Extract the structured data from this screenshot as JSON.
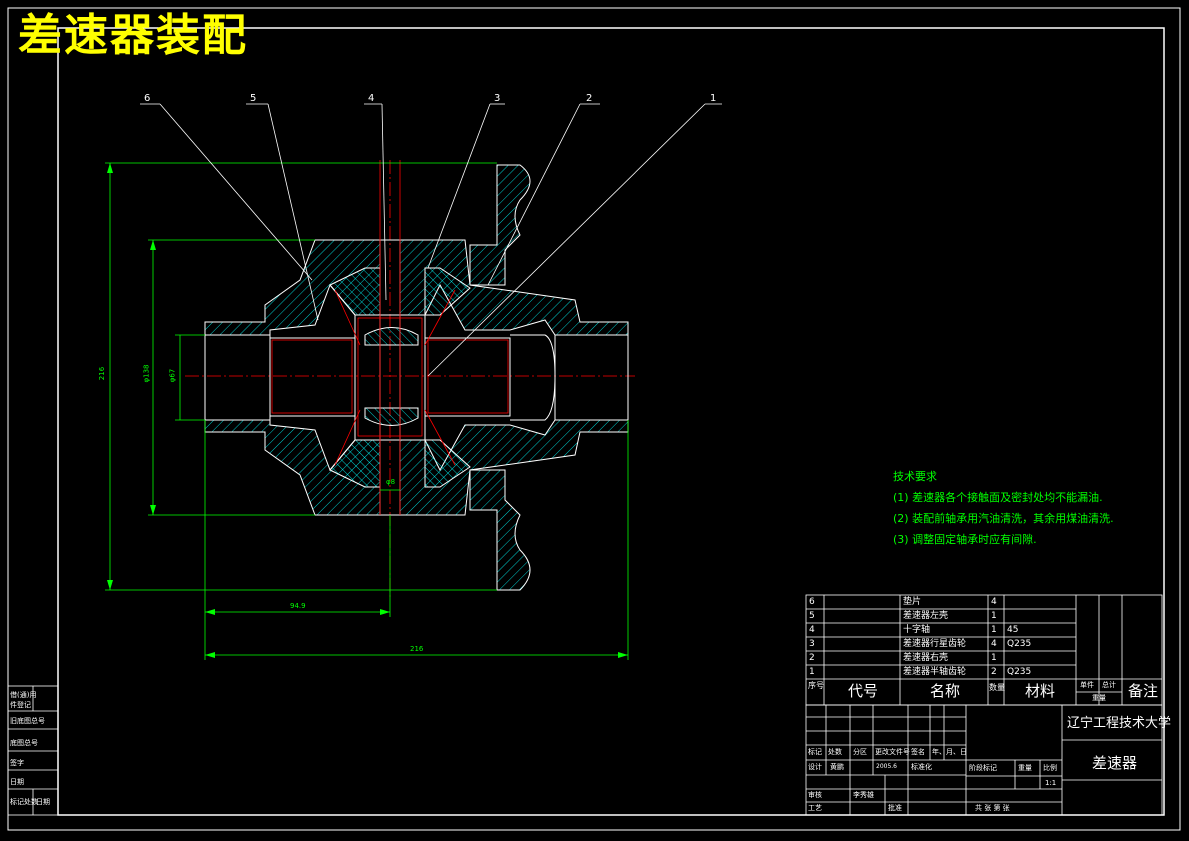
{
  "title": "差速器装配",
  "balloons": [
    "6",
    "5",
    "4",
    "3",
    "2",
    "1"
  ],
  "dimensions": {
    "d_216_v": "216",
    "d_138": "φ138",
    "d_67": "φ67",
    "d_8": "φ8",
    "d_94": "94.9",
    "d_216_h": "216"
  },
  "notes": {
    "heading": "技术要求",
    "items": [
      "(1) 差速器各个接触面及密封处均不能漏油.",
      "(2) 装配前轴承用汽油清洗，其余用煤油清洗.",
      "(3) 调整固定轴承时应有间隙."
    ]
  },
  "bom": {
    "rows": [
      {
        "no": "6",
        "code": "",
        "name": "垫片",
        "qty": "4",
        "material": ""
      },
      {
        "no": "5",
        "code": "",
        "name": "差速器左壳",
        "qty": "1",
        "material": ""
      },
      {
        "no": "4",
        "code": "",
        "name": "十字轴",
        "qty": "1",
        "material": "45"
      },
      {
        "no": "3",
        "code": "",
        "name": "差速器行星齿轮",
        "qty": "4",
        "material": "Q235"
      },
      {
        "no": "2",
        "code": "",
        "name": "差速器右壳",
        "qty": "1",
        "material": ""
      },
      {
        "no": "1",
        "code": "",
        "name": "差速器半轴齿轮",
        "qty": "2",
        "material": "Q235"
      }
    ],
    "header": {
      "no": "序号",
      "code": "代号",
      "name": "名称",
      "qty": "数量",
      "material": "材料",
      "single": "单件",
      "total": "总计",
      "weight": "重量",
      "remark": "备注"
    }
  },
  "title_block": {
    "school": "辽宁工程技术大学",
    "drawing_name": "差速器",
    "rev_cols": [
      "标记",
      "处数",
      "分区",
      "更改文件号",
      "签名",
      "年、月、日"
    ],
    "design": "设计",
    "designer": "黄鹏",
    "date": "2005.6",
    "standard": "标准化",
    "stage": "阶段标记",
    "weight": "重量",
    "scale_l": "比例",
    "scale": "1:1",
    "review": "审核",
    "reviewer": "李秀雄",
    "process": "工艺",
    "approve": "批准",
    "sheets": "共  张  第  张"
  },
  "side_labels": [
    "借(通)用",
    "件登记",
    "旧底图总号",
    "底图总号",
    "签字",
    "日期",
    "标记处数",
    "日期"
  ],
  "colors": {
    "line": "#ffffff",
    "hatch": "#00ffff",
    "dim": "#00ff00",
    "center": "#ff0000",
    "title": "#ffff00"
  }
}
